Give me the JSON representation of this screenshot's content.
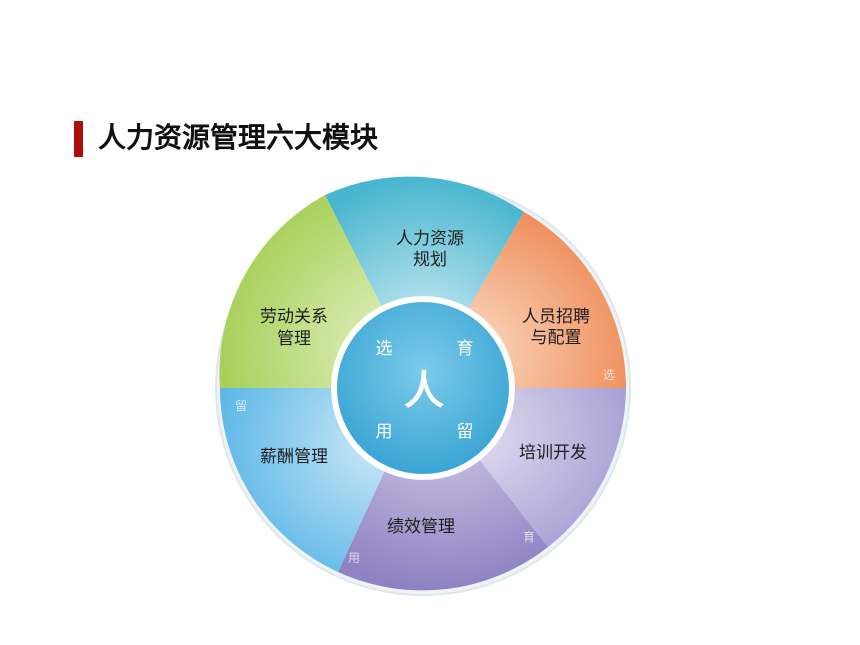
{
  "title": "人力资源管理六大模块",
  "colors": {
    "title_bar": "#b00d0d",
    "planning": "#5ec3d6",
    "recruitment": "#f19a6a",
    "training": "#b3abd8",
    "performance": "#9f93cb",
    "compensation": "#6fc0ea",
    "labor_relations": "#b6d86a",
    "center": "#4fb1dc"
  },
  "wheel": {
    "segments": [
      {
        "id": "planning",
        "line1": "人力资源",
        "line2": "规划"
      },
      {
        "id": "recruitment",
        "line1": "人员招聘",
        "line2": "与配置"
      },
      {
        "id": "training",
        "line1": "培训开发",
        "line2": ""
      },
      {
        "id": "performance",
        "line1": "绩效管理",
        "line2": ""
      },
      {
        "id": "compensation",
        "line1": "薪酬管理",
        "line2": ""
      },
      {
        "id": "labor_relations",
        "line1": "劳动关系",
        "line2": "管理"
      }
    ],
    "edge_labels": {
      "right": "选",
      "lower_right": "育",
      "bottom_left": "用",
      "left": "留"
    },
    "center": {
      "main": "人",
      "top_left": "选",
      "top_right": "育",
      "bottom_left": "用",
      "bottom_right": "留"
    }
  }
}
